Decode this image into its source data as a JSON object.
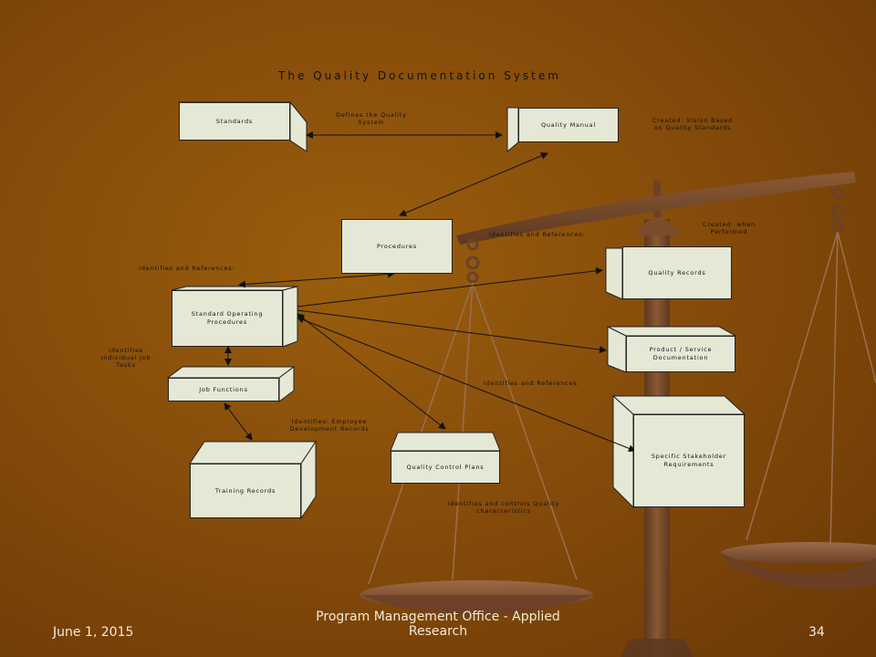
{
  "diagram": {
    "title": "The Quality Documentation System",
    "boxes": {
      "standards": "Standards",
      "quality_manual": "Quality Manual",
      "procedures": "Procedures",
      "sop": "Standard Operating Procedures",
      "job_functions": "Job Functions",
      "training_records": "Training Records",
      "quality_records": "Quality Records",
      "product_service_documentation": "Product / Service Documentation",
      "quality_control_plans": "Quality Control Plans",
      "stakeholder_requirements": "Specific Stakeholder Requirements"
    },
    "labels": {
      "defines_system": "Defines the Quality System",
      "created_vision": "Created: Vision Based on Quality Standards",
      "created_when_performed": "Created: when Performed",
      "identifies_references_1": "Identifies and References:",
      "identifies_references_2": "Identifies and References:",
      "identifies_references_3": "Identifies and References:",
      "identifies_job_tasks": "Identifies Individual Job Tasks",
      "identifies_employee_records": "Identifies: Employee Development Records",
      "identifies_controls": "Identifies and controls Quality characteristics"
    }
  },
  "footer": {
    "date": "June 1, 2015",
    "center_line1": "Program Management Office - Applied",
    "center_line2": "Research",
    "page_number": "34"
  }
}
